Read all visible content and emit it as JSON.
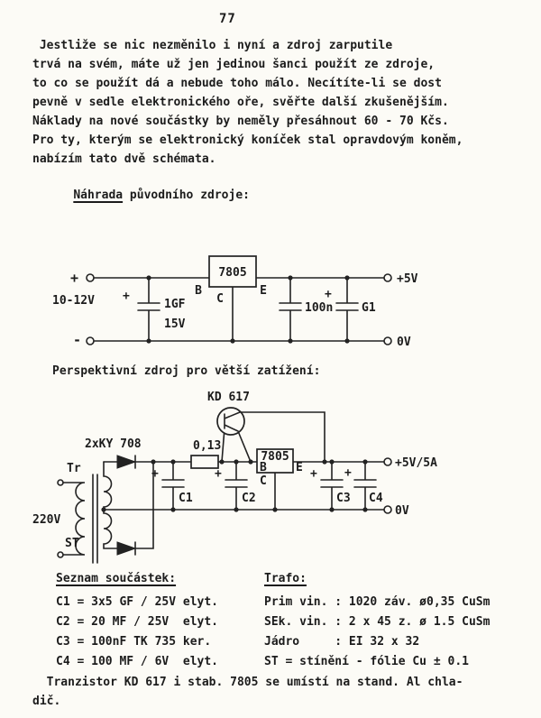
{
  "page": {
    "number": "77"
  },
  "intro": {
    "lines": [
      " Jestliže se nic nezměnilo i nyní a zdroj zarputile",
      "trvá na svém, máte už jen jedinou šanci použít ze zdroje,",
      "to co se použít dá a nebude toho málo. Necítíte-li se dost",
      "pevně v sedle elektronického oře, svěřte další zkušenějším.",
      "Náklady na nové součástky by neměly přesáhnout 60 - 70 Kčs.",
      "Pro ty, kterým se elektronický koníček stal opravdovým koněm,",
      "nabízím tato dvě schémata."
    ]
  },
  "section1": {
    "heading_word": "Náhrada",
    "heading_rest": " původního zdroje:",
    "sch": {
      "plus": "+",
      "minus": "-",
      "input": "10-12V",
      "c_in_plus": "+",
      "c_in": "1GF",
      "c_in_v": "15V",
      "reg": "7805",
      "pin_b": "B",
      "pin_c": "C",
      "pin_e": "E",
      "c_out1": "100n",
      "c_out2_plus": "+",
      "c_out2": "G1",
      "out_plus": "+5V",
      "out_gnd": "0V"
    }
  },
  "section2": {
    "heading": "Perspektivní zdroj pro větší zatížení:",
    "sch": {
      "transistor": "KD 617",
      "diodes": "2xKY 708",
      "resistor": "0,13",
      "transformer": "Tr",
      "mains": "220V",
      "shield": "ST",
      "plus": "+",
      "c1": "C1",
      "c2": "C2",
      "c3": "C3",
      "c4": "C4",
      "reg": "7805",
      "pin_b": "B",
      "pin_c": "C",
      "pin_e": "E",
      "out_plus": "+5V/5A",
      "out_gnd": "0V"
    }
  },
  "parts": {
    "heading": "Seznam součástek:",
    "items": [
      "C1 = 3x5 GF / 25V elyt.",
      "C2 = 20 MF / 25V  elyt.",
      "C3 = 100nF TK 735 ker.",
      "C4 = 100 MF / 6V  elyt."
    ]
  },
  "trafo": {
    "heading": "Trafo:",
    "items": [
      "Prim vin. : 1020 záv. ø0,35 CuSm",
      "SEk. vin. : 2 x 45 z. ø 1.5 CuSm",
      "Jádro     : EI 32 x 32",
      "ST = stínění - fólie Cu ± 0.1"
    ]
  },
  "footer": {
    "lines": [
      "  Tranzistor KD 617 i stab. 7805 se umístí na stand. Al chla-",
      "dič."
    ]
  }
}
